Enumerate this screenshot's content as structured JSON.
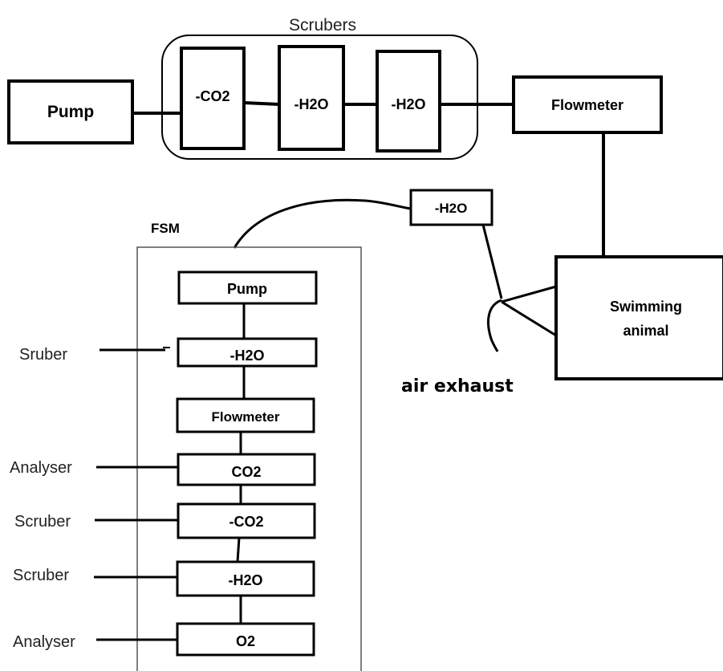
{
  "top_system": {
    "group_label": "Scrubers",
    "pump": "Pump",
    "scrubber_co2": "-CO2",
    "scrubber_h2o_1": "-H2O",
    "scrubber_h2o_2": "-H2O",
    "flowmeter": "Flowmeter",
    "exhaust_scrubber": "-H2O",
    "animal_line1": "Swimming",
    "animal_line2": "animal",
    "exhaust_label": "air exhaust"
  },
  "fsm": {
    "title": "FSM",
    "pump": "Pump",
    "h2o_1": "-H2O",
    "flowmeter": "Flowmeter",
    "co2_analyser": "CO2",
    "co2_scrubber": "-CO2",
    "h2o_2": "-H2O",
    "o2_analyser": "O2"
  },
  "side_labels": {
    "sruber": "Sruber",
    "analyser_1": "Analyser",
    "scruber_1": "Scruber",
    "scruber_2": "Scruber",
    "analyser_2": "Analyser"
  }
}
